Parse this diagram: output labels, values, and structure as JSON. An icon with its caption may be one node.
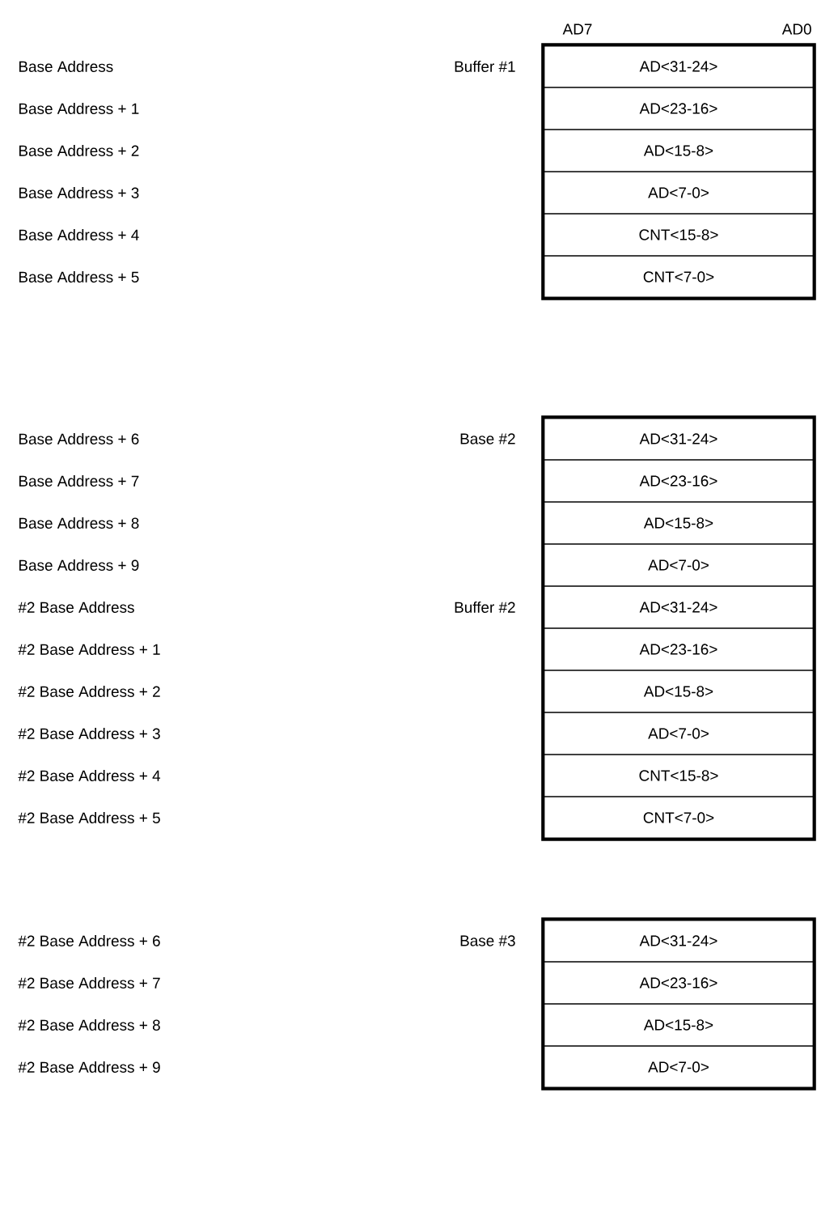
{
  "diagram": {
    "nodes": [
      {
        "text": [],
        "shape": "box"
      },
      {
        "text": [
          "AD<31-24>"
        ],
        "in": 0
      },
      {
        "text": [
          "AD<23-16>"
        ],
        "in": 0
      },
      {
        "text": [
          "AD<15-8>"
        ],
        "in": 0
      },
      {
        "text": [
          "AD<7-0>"
        ],
        "in": 0
      },
      {
        "text": [
          "CNT<15-8>"
        ],
        "in": 0
      },
      {
        "text": [
          "CNT<7-0>"
        ],
        "in": 0
      },
      {
        "text": [],
        "shape": "box"
      },
      {
        "text": [
          "AD<31-24>"
        ],
        "in": 7
      },
      {
        "text": [
          "AD<23-16>"
        ],
        "in": 7
      },
      {
        "text": [
          "AD<15-8>"
        ],
        "in": 7
      },
      {
        "text": [
          "AD<7-0>"
        ],
        "in": 7
      },
      {
        "text": [
          "AD<31-24>"
        ],
        "in": 7
      },
      {
        "text": [
          "AD<23-16>"
        ],
        "in": 7
      },
      {
        "text": [
          "AD<15-8>"
        ],
        "in": 7
      },
      {
        "text": [
          "AD<7-0>"
        ],
        "in": 7
      },
      {
        "text": [
          "CNT<15-8>"
        ],
        "in": 7
      },
      {
        "text": [
          "CNT<7-0>"
        ],
        "in": 7
      },
      {
        "text": [],
        "shape": "box"
      },
      {
        "text": [
          "AD<31-24>"
        ],
        "in": 18
      },
      {
        "text": [
          "AD<23-16>"
        ],
        "in": 18
      },
      {
        "text": [
          "AD<15-8>"
        ],
        "in": 18
      },
      {
        "text": [
          "AD<7-0>"
        ],
        "in": 18
      }
    ],
    "labels": [
      "AD7",
      "AD0",
      "Base Address",
      "Buffer #1",
      "Base Address + 1",
      "Base Address + 2",
      "Base Address + 3",
      "Base Address + 4",
      "Base Address + 5",
      "Base Address + 6",
      "Base #2",
      "Base Address + 7",
      "Base Address + 8",
      "Base Address + 9",
      "#2 Base Address",
      "Buffer #2",
      "#2 Base Address + 1",
      "#2 Base Address + 2",
      "#2 Base Address + 3",
      "#2 Base Address + 4",
      "#2 Base Address + 5",
      "#2 Base Address + 6",
      "Base #3",
      "#2 Base Address + 7",
      "#2 Base Address + 8",
      "#2 Base Address + 9"
    ]
  }
}
